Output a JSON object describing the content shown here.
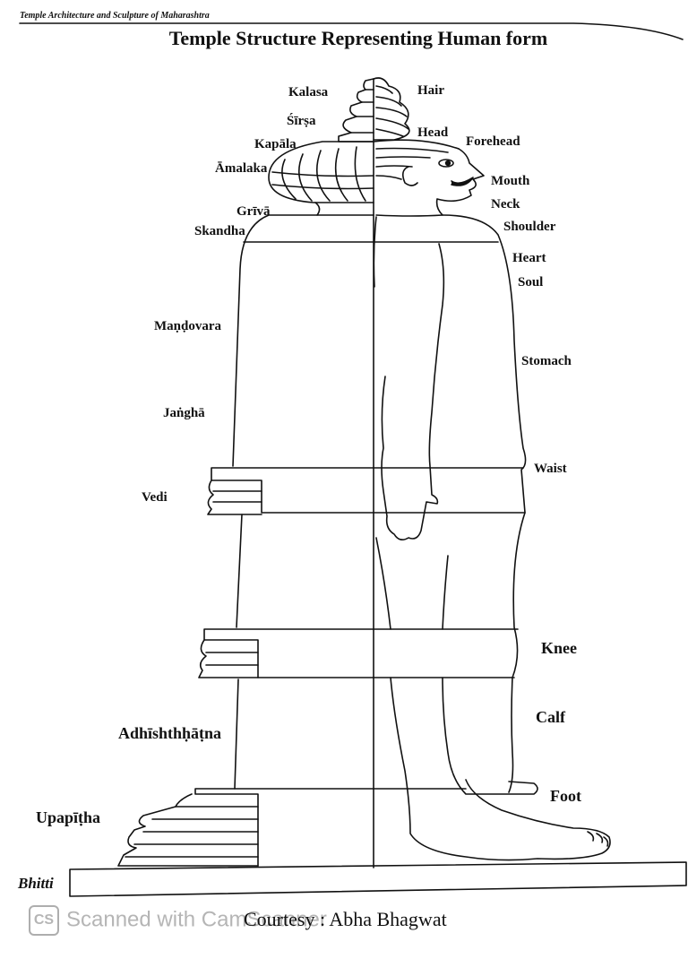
{
  "header": {
    "running_head": "Temple Architecture and Sculpture of Maharashtra",
    "title": "Temple Structure Representing Human form"
  },
  "temple_labels": {
    "kalasa": "Kalasa",
    "sirsa": "Śīrṣa",
    "kapala": "Kapāla",
    "amalaka": "Āmalaka",
    "griva": "Grīvā",
    "skandha": "Skandha",
    "mandovara": "Maṇḍovara",
    "jangha": "Jaṅghā",
    "vedi": "Vedi",
    "adhishthatna": "Adhīshthḥāṭna",
    "upapitha": "Upapīṭha",
    "bhitti": "Bhitti"
  },
  "body_labels": {
    "hair": "Hair",
    "head": "Head",
    "forehead": "Forehead",
    "mouth": "Mouth",
    "neck": "Neck",
    "shoulder": "Shoulder",
    "heart": "Heart",
    "soul": "Soul",
    "stomach": "Stomach",
    "waist": "Waist",
    "knee": "Knee",
    "calf": "Calf",
    "foot": "Foot"
  },
  "footer": {
    "courtesy": "Courtesy : Abha Bhagwat",
    "scanner_watermark": "Scanned with CamScanner",
    "scanner_logo": "CS"
  }
}
